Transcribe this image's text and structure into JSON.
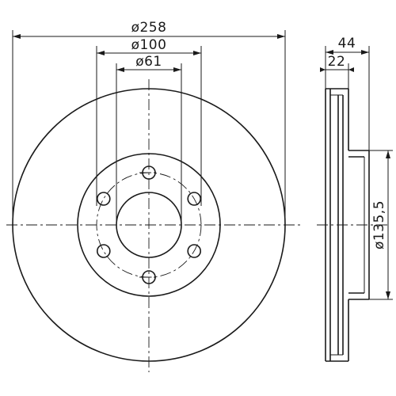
{
  "dimensions": {
    "outer_diameter": "ø258",
    "center_bore": "ø100",
    "hub_hole": "ø61",
    "overall_thickness": "44",
    "disc_thickness": "22",
    "hat_diameter": "ø135,5"
  },
  "hub": {
    "bolt_holes": 6
  },
  "colors": {
    "line": "#1a1a1a",
    "background": "#ffffff"
  }
}
